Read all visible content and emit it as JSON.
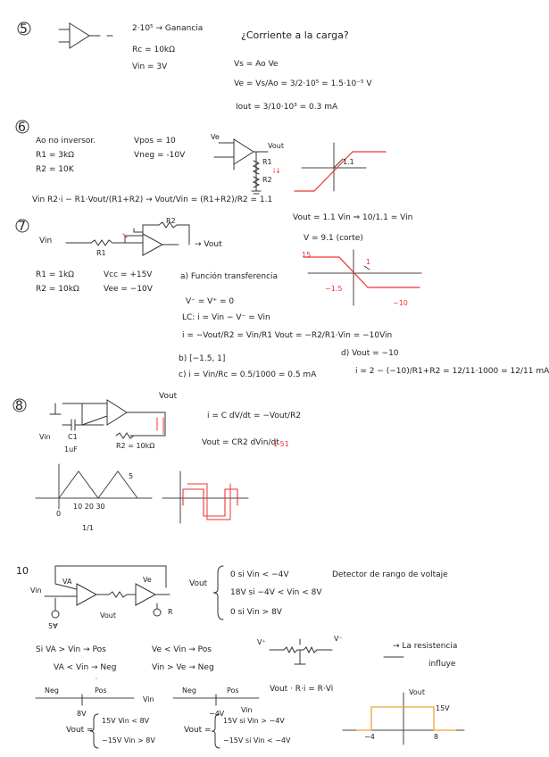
{
  "p5": {
    "num": "5",
    "gain": "2·10⁵ → Ganancia",
    "question": "¿Corriente a la carga?",
    "rc": "Rc = 10kΩ",
    "vin": "Vin = 3V",
    "vs_eq": "Vs = Ao Ve",
    "ve_eq": "Ve = Vs/Ao = 3/2·10⁵ = 1.5·10⁻⁵ V",
    "iout_eq": "Iout = 3/10·10³ = 0.3 mA"
  },
  "p6": {
    "num": "6",
    "title": "Ao no inversor.",
    "r1": "R1 = 3kΩ",
    "r2": "R2 = 10K",
    "vpos": "Vpos = 10",
    "vneg": "Vneg = -10V",
    "ve": "Ve",
    "vout": "Vout",
    "r1_lbl": "R1",
    "r2_lbl": "R2",
    "i_lbl": "i↓",
    "graph_lbl": "1.1",
    "eq": "Vin  R2·i − R1·Vout/(R1+R2) → Vout/Vin = (R1+R2)/R2 = 1.1"
  },
  "p7": {
    "num": "7",
    "vout_rel": "Vout = 1.1 Vin  ⇒  10/1.1 = Vin",
    "vcorte": "V = 9.1 (corte)",
    "vin": "Vin",
    "r1_lbl": "R1",
    "r2_lbl": "R2",
    "vout": "→ Vout",
    "r1": "R1 = 1kΩ",
    "r2": "R2 = 10kΩ",
    "vcc": "Vcc = +15V",
    "vee": "Vee = −10V",
    "g15": "15",
    "gm15": "−1.5",
    "g1": "1",
    "gm10": "−10",
    "a": "a) Función transferencia",
    "a1": "V⁻ = V⁺ = 0",
    "a2": "LC: i = Vin − V⁻ = Vin",
    "a3": "i = −Vout/R2 = Vin/R1     Vout = −R2/R1·Vin = −10Vin",
    "b": "b) [−1.5, 1]",
    "c": "c) i = Vin/Rc = 0.5/1000 = 0.5 mA",
    "d": "d) Vout = −10",
    "d2": "i = 2 − (−10)/R1+R2 = 12/11·1000 = 12/11 mA"
  },
  "p8": {
    "num": "8",
    "vout": "Vout",
    "eq1": "i = C dV/dt  =  −Vout/R2",
    "eq2": "Vout = CR2 dVin/dt",
    "eq2b": "1·51",
    "vin": "Vin",
    "c1": "C1",
    "c1v": "1uF",
    "r2": "R2 = 10kΩ",
    "g5": "5",
    "g0": "0",
    "gx": "10  20  30",
    "note": "1/1"
  },
  "p10": {
    "num": "10",
    "vin": "Vin",
    "va": "VA",
    "ve": "Ve",
    "vout": "Vout",
    "v5": "5V",
    "r": "R",
    "vout_lbl": "Vout",
    "case1": "0      si  Vin < −4V",
    "case2": "18V   si  −4V < Vin < 8V",
    "case3": "0      si  Vin > 8V",
    "detect": "Detector de rango de voltaje",
    "l1": "Si  VA > Vin → Pos",
    "l2": "VA < Vin → Neg",
    "l3": "Ve < Vin → Pos",
    "l4": "Vin > Ve → Neg",
    "vplus": "V⁺",
    "vminus": "V⁻",
    "la": "→  La resistencia",
    "lb": "influye",
    "neg1": "Neg",
    "pos1": "Pos",
    "v8": "8V",
    "vin2": "Vin",
    "neg2": "Neg",
    "pos2": "Pos",
    "vm4": "−4V",
    "vin3": "Vin",
    "voutr": "Vout · R·i = R·Vi",
    "vout2": "Vout",
    "g15v": "15V",
    "gm4": "−4",
    "g8": "8",
    "v1a": "15V    Vin < 8V",
    "v1b": "−15V   Vin > 8V",
    "v2a": "15V  si  Vin > −4V",
    "v2b": "−15V  si  Vin < −4V",
    "vout_a": "Vout =",
    "vout_b": "Vout ="
  },
  "colors": {
    "ink": "#222222",
    "accent": "#e33333",
    "orange": "#f2a23a"
  }
}
